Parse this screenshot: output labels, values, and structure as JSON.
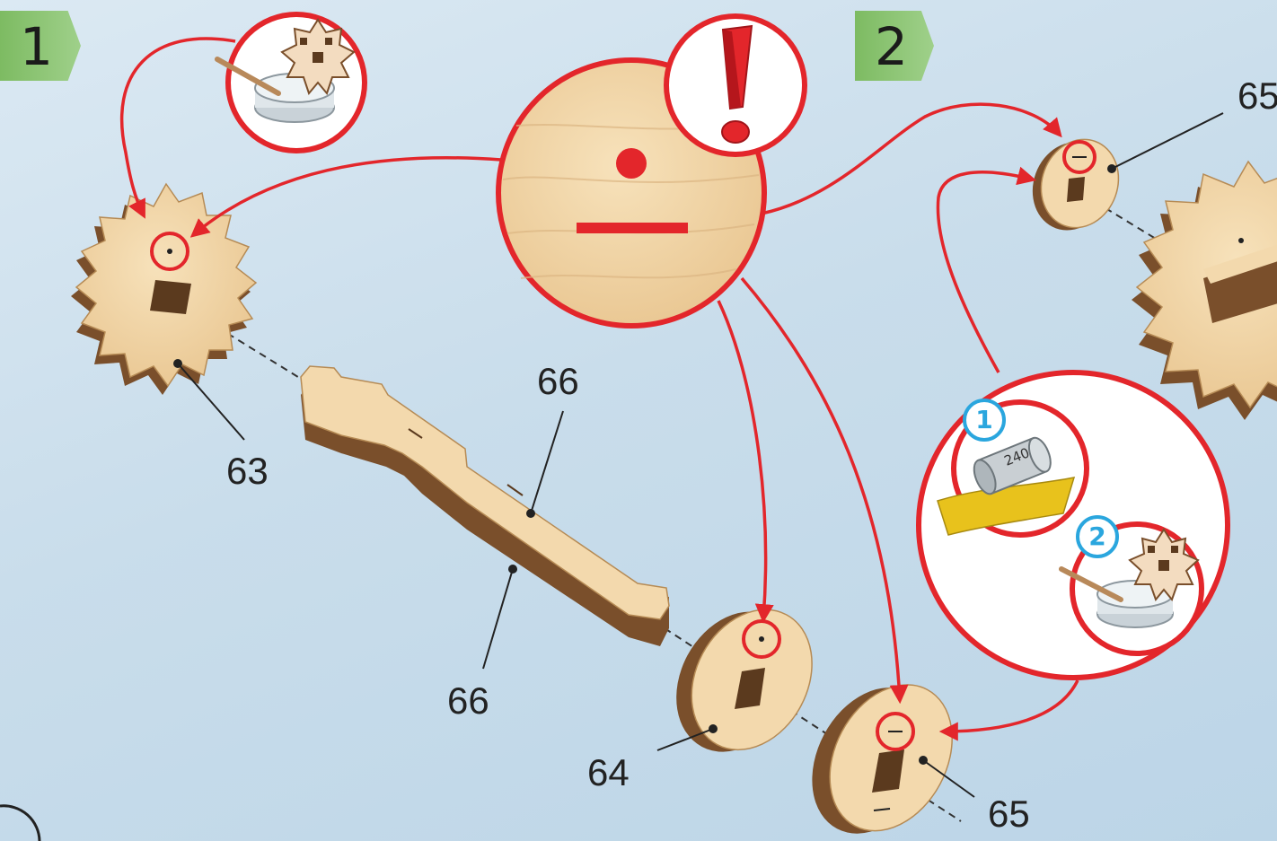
{
  "steps": [
    {
      "number": "1"
    },
    {
      "number": "2"
    }
  ],
  "labels": {
    "part_63": "63",
    "part_64": "64",
    "part_65_bottom": "65",
    "part_65_top": "65",
    "part_66_top": "66",
    "part_66_bottom": "66"
  },
  "callouts": {
    "substep_1": "1",
    "substep_2": "2",
    "sandpaper_grit": "240"
  },
  "icons": {
    "warning": "exclamation-icon",
    "glue": "glue-pot-icon",
    "sandpaper": "sandpaper-roll-icon",
    "hole_mark": "dot-and-dash-marking-icon"
  },
  "colors": {
    "accent_red": "#e3262b",
    "step_green": "#86c26c",
    "wood_light": "#f3d9ad",
    "wood_dark": "#7a4f2b",
    "substep_blue": "#2aa6de"
  }
}
